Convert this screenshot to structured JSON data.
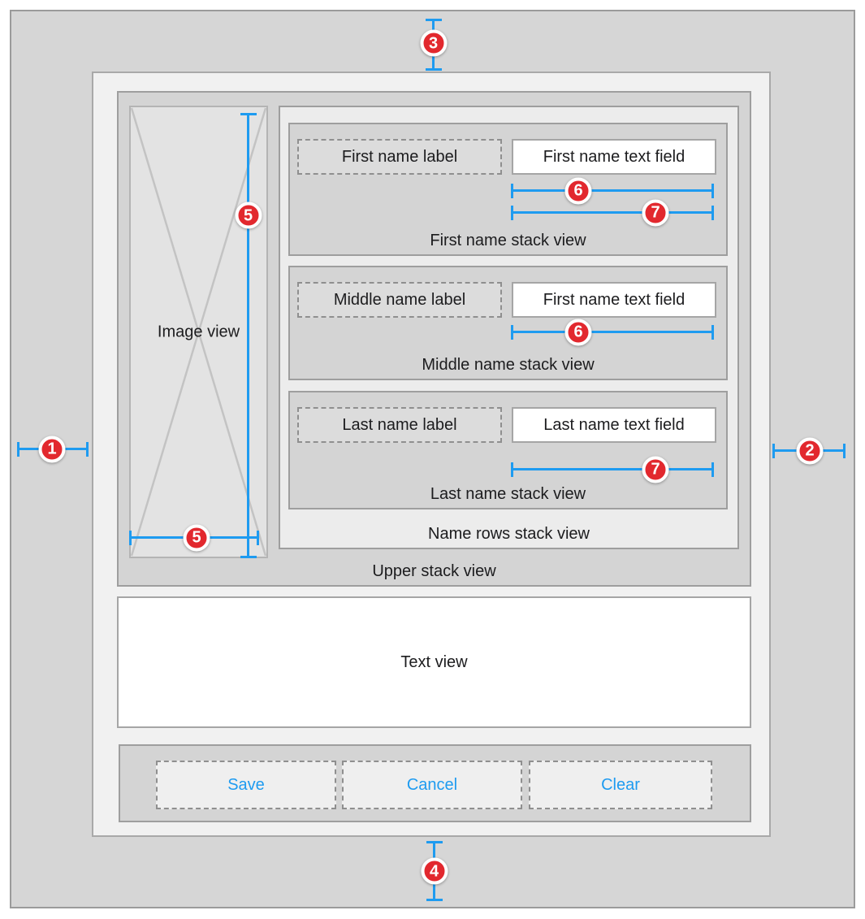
{
  "colors": {
    "accent_blue": "#1e9bf0",
    "badge_red": "#e2282e",
    "button_text_blue": "#1e9bf0"
  },
  "root_view": {
    "upper_stack_view": {
      "caption": "Upper stack view",
      "image_view": {
        "label": "Image view"
      },
      "name_rows_stack_view": {
        "caption": "Name rows stack view",
        "rows": [
          {
            "caption": "First name stack view",
            "label": "First name label",
            "text_field": "First name text field"
          },
          {
            "caption": "Middle name stack view",
            "label": "Middle name label",
            "text_field": "First name text field"
          },
          {
            "caption": "Last name stack view",
            "label": "Last name label",
            "text_field": "Last name text field"
          }
        ]
      }
    },
    "text_view": {
      "label": "Text view"
    },
    "button_bar": {
      "buttons": [
        "Save",
        "Cancel",
        "Clear"
      ]
    }
  },
  "annotations": {
    "badges": [
      "1",
      "2",
      "3",
      "4",
      "5",
      "5",
      "6",
      "7",
      "6",
      "7"
    ]
  }
}
